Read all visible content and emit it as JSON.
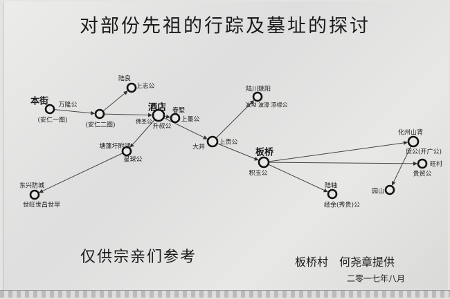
{
  "title": "对部份先祖的行踪及墓址的探讨",
  "nodes": {
    "benjie": {
      "place": "本街",
      "person": "万隆公",
      "note": "(安仁一图)"
    },
    "anren2": {
      "note": "(安仁二图)"
    },
    "luliang": {
      "place": "陆良",
      "person": "上志公"
    },
    "jiudian": {
      "place": "酒店",
      "person": "升叔公",
      "person2": "佛圣公"
    },
    "chunshu": {
      "place": "春墅",
      "person": "上墨公"
    },
    "dajing": {
      "place": "大井",
      "person": "上贵公"
    },
    "luchuan": {
      "place": "陆川姚阳",
      "person": "波坳 波濠 添禄公"
    },
    "banqiao": {
      "place": "板桥",
      "person": "积玉公"
    },
    "luzhou": {
      "place": "陆轴",
      "person": "经余(秀贵)公"
    },
    "huazhou": {
      "place": "化州山背",
      "person": "庶公(开广公)"
    },
    "wangcun": {
      "place": "旺村",
      "person": "贵贸公"
    },
    "yuanshan": {
      "place": "园山"
    },
    "tangpeng": {
      "place": "塘蓬圩附湖",
      "person": "星球公"
    },
    "dongxing": {
      "place": "东兴防城",
      "person": "世旺世昌世早"
    }
  },
  "edges": [
    [
      "benjie",
      "anren2"
    ],
    [
      "anren2",
      "luliang"
    ],
    [
      "anren2",
      "jiudian"
    ],
    [
      "jiudian",
      "chunshu"
    ],
    [
      "jiudian",
      "dajing"
    ],
    [
      "jiudian",
      "tangpeng"
    ],
    [
      "tangpeng",
      "dongxing"
    ],
    [
      "dajing",
      "luchuan"
    ],
    [
      "dajing",
      "banqiao"
    ],
    [
      "banqiao",
      "huazhou"
    ],
    [
      "banqiao",
      "wangcun"
    ],
    [
      "banqiao",
      "luzhou"
    ],
    [
      "huazhou",
      "yuanshan"
    ]
  ],
  "footer": {
    "note": "仅供宗亲们参考",
    "credit": "板桥村　何尧章提供",
    "date": "二零一七年八月"
  }
}
